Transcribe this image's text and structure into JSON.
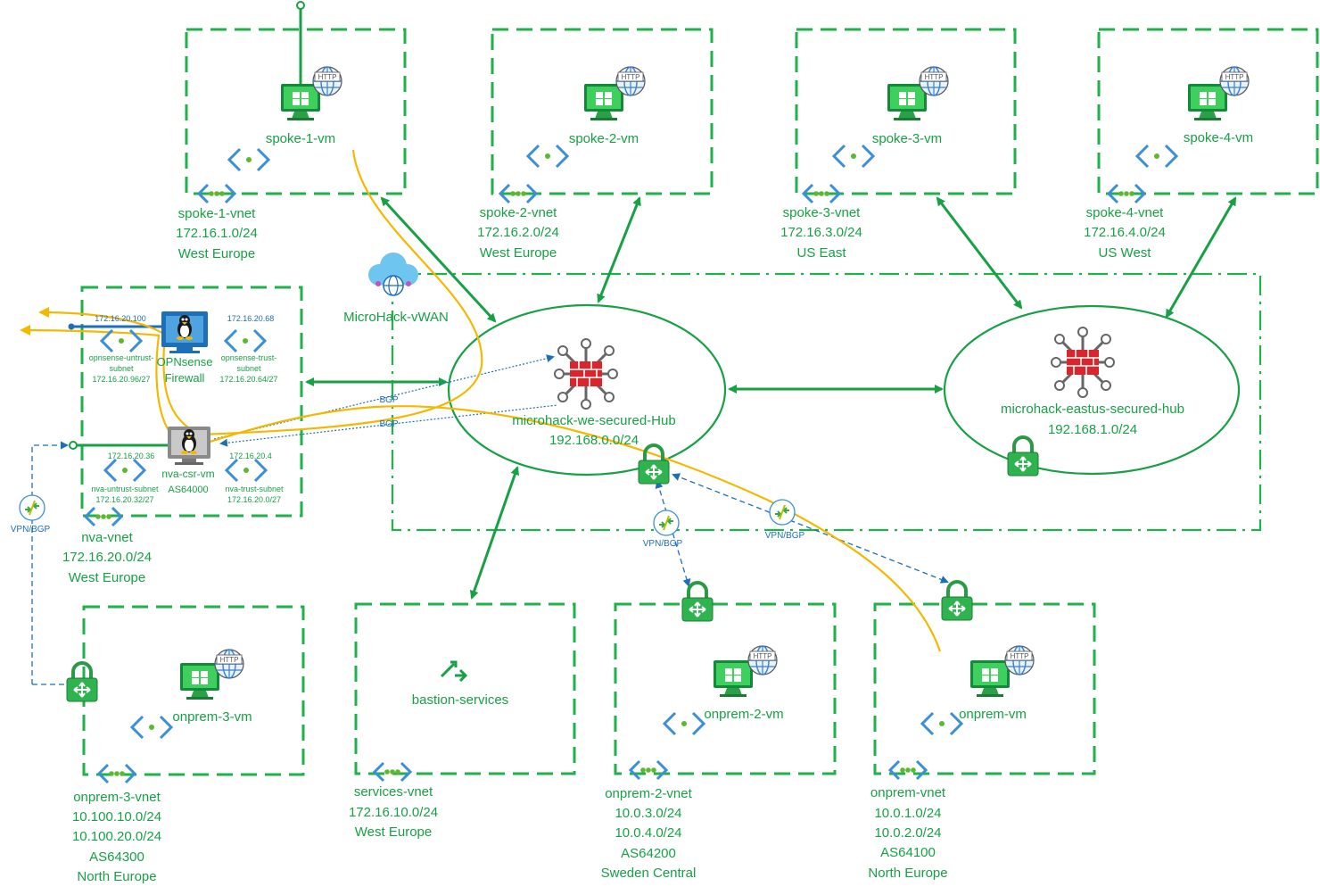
{
  "colors": {
    "green": "#17a044",
    "dash_green": "#1fb14a",
    "blue": "#1d6fb8",
    "yellow": "#f5b800",
    "firewall_red": "#d9252b",
    "gray": "#555555"
  },
  "hubs": {
    "wan": {
      "name": "MicroHack-vWAN"
    },
    "we": {
      "name": "microhack-we-secured-Hub",
      "cidr": "192.168.0.0/24"
    },
    "eastus": {
      "name": "microhack-eastus-secured-hub",
      "cidr": "192.168.1.0/24"
    }
  },
  "spokes": [
    {
      "vm": "spoke-1-vm",
      "vnet": "spoke-1-vnet",
      "cidr": "172.16.1.0/24",
      "region": "West Europe"
    },
    {
      "vm": "spoke-2-vm",
      "vnet": "spoke-2-vnet",
      "cidr": "172.16.2.0/24",
      "region": "West Europe"
    },
    {
      "vm": "spoke-3-vm",
      "vnet": "spoke-3-vnet",
      "cidr": "172.16.3.0/24",
      "region": "US East"
    },
    {
      "vm": "spoke-4-vm",
      "vnet": "spoke-4-vnet",
      "cidr": "172.16.4.0/24",
      "region": "US West"
    }
  ],
  "nva": {
    "opnsense": {
      "line1": "OPNsense",
      "line2": "Firewall"
    },
    "ip_untrust_top": "172.16.20.100",
    "ip_trust_top": "172.16.20.68",
    "untrust_subnet": {
      "l1": "opnsense-untrust-",
      "l2": "subnet",
      "l3": "172.16.20.96/27"
    },
    "trust_subnet": {
      "l1": "opnsense-trust-",
      "l2": "subnet",
      "l3": "172.16.20.64/27"
    },
    "csr_vm": "nva-csr-vm",
    "asn": "AS64000",
    "ip_untrust_bottom": "172.16.20.36",
    "ip_trust_bottom": "172.16.20.4",
    "nva_untrust_subnet": {
      "l1": "nva-untrust-subnet",
      "l2": "172.16.20.32/27"
    },
    "nva_trust_subnet": {
      "l1": "nva-trust-subnet",
      "l2": "172.16.20.0/27"
    },
    "vnet": "nva-vnet",
    "cidr": "172.16.20.0/24",
    "region": "West Europe",
    "bgp1": "BGP",
    "bgp2": "BGP"
  },
  "vpn": {
    "left": "VPN/BGP",
    "mid": "VPN/BGP",
    "right": "VPN/BGP"
  },
  "onprem3": {
    "vm": "onprem-3-vm",
    "vnet": "onprem-3-vnet",
    "cidr1": "10.100.10.0/24",
    "cidr2": "10.100.20.0/24",
    "asn": "AS64300",
    "region": "North Europe"
  },
  "services": {
    "name": "bastion-services",
    "vnet": "services-vnet",
    "cidr": "172.16.10.0/24",
    "region": "West Europe"
  },
  "onprem2": {
    "vm": "onprem-2-vm",
    "vnet": "onprem-2-vnet",
    "cidr1": "10.0.3.0/24",
    "cidr2": "10.0.4.0/24",
    "asn": "AS64200",
    "region": "Sweden Central"
  },
  "onprem": {
    "vm": "onprem-vm",
    "vnet": "onprem-vnet",
    "cidr1": "10.0.1.0/24",
    "cidr2": "10.0.2.0/24",
    "asn": "AS64100",
    "region": "North Europe"
  },
  "icons": {
    "vm": "vm-monitor-icon",
    "http": "http-globe-icon",
    "subnet": "subnet-brackets-icon",
    "vnet": "vnet-dots-icon",
    "firewall": "firewall-icon",
    "vpn_gateway": "vpn-gateway-lock-icon",
    "cloud": "vwan-cloud-icon",
    "linux": "linux-penguin-icon",
    "bastion": "bastion-icon",
    "vpn_link": "vpn-link-icon",
    "http_text": "HTTP"
  }
}
